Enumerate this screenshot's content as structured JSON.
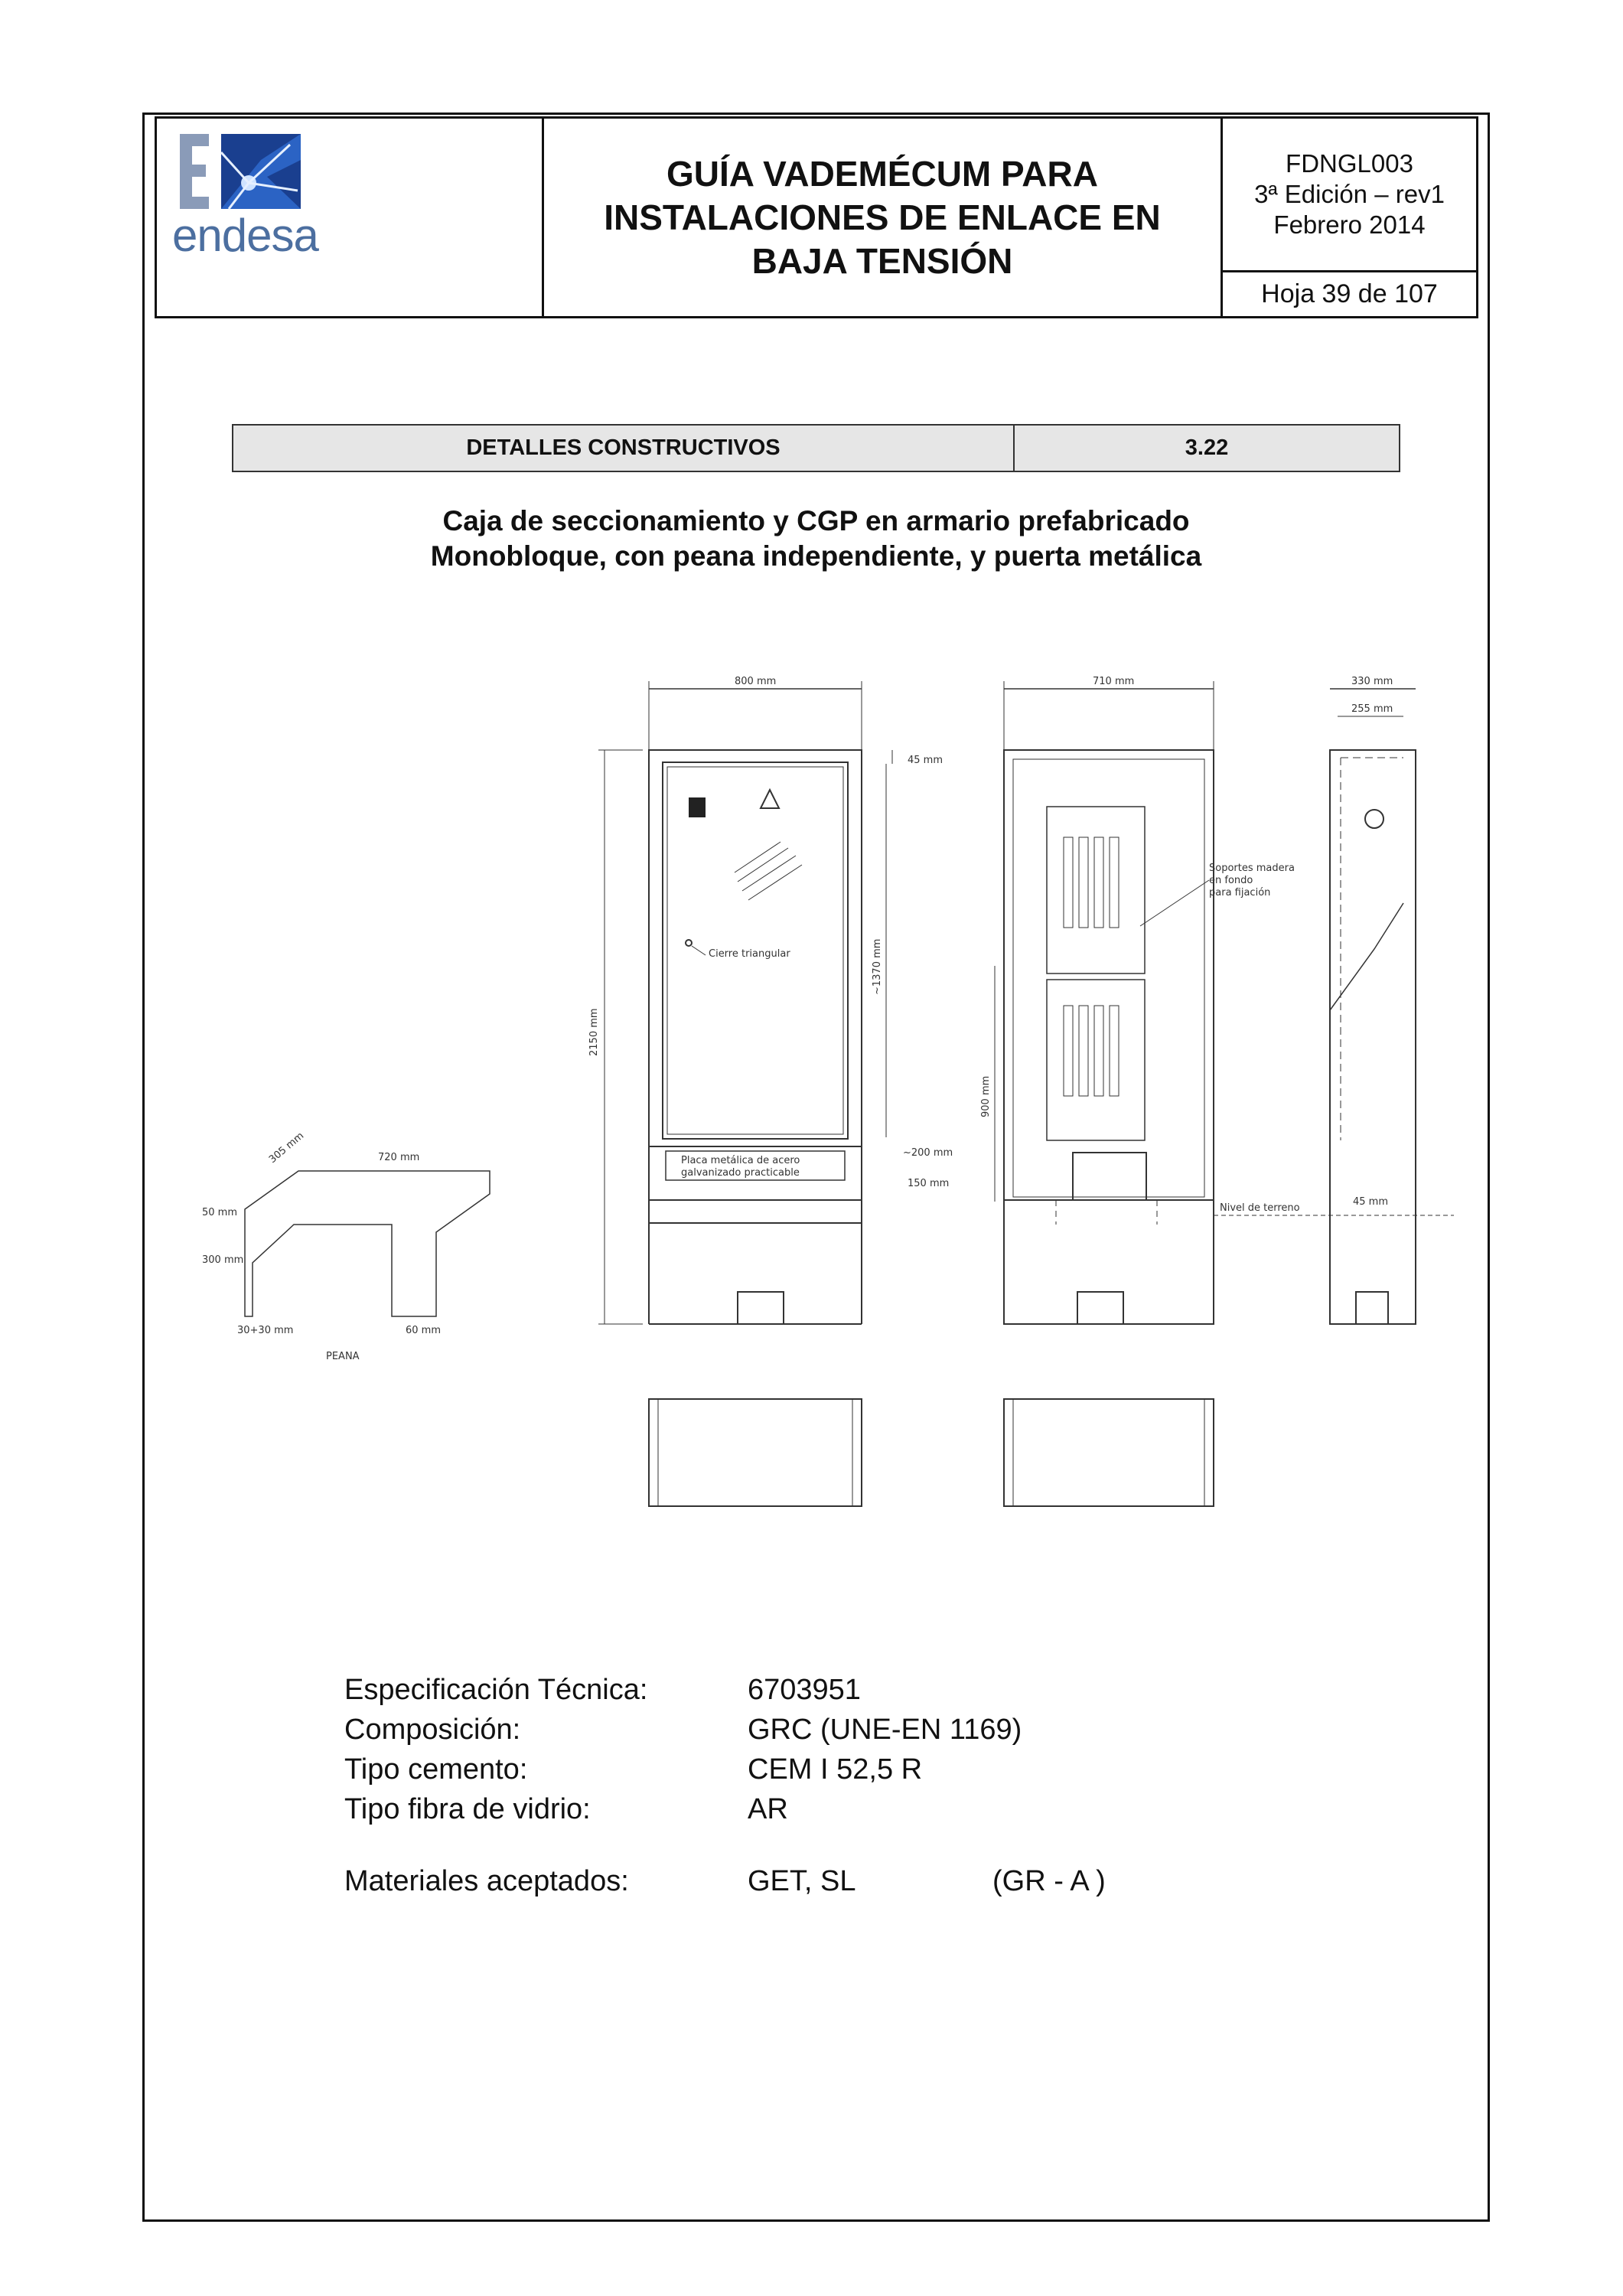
{
  "header": {
    "logo_text": "endesa",
    "title_line1": "GUÍA VADEMÉCUM PARA",
    "title_line2": "INSTALACIONES DE ENLACE EN",
    "title_line3": "BAJA TENSIÓN",
    "code": "FDNGL003",
    "edition": "3ª Edición – rev1",
    "date": "Febrero 2014",
    "page": "Hoja 39 de 107"
  },
  "section": {
    "label": "DETALLES CONSTRUCTIVOS",
    "number": "3.22"
  },
  "subtitle": {
    "line1": "Caja de seccionamiento y CGP en armario prefabricado",
    "line2": "Monobloque, con peana independiente, y puerta metálica"
  },
  "drawing": {
    "dim_front_width": "800 mm",
    "dim_side_width": "710 mm",
    "dim_profile_width": "330 mm",
    "dim_profile_inner": "255 mm",
    "dim_top_gap": "45 mm",
    "dim_height": "2150 mm",
    "dim_door_height": "~1370 mm",
    "dim_plate": "~200 mm",
    "dim_base": "150 mm",
    "dim_900": "900 mm",
    "dim_45_right": "45 mm",
    "label_lock": "Cierre triangular",
    "label_plate_line1": "Placa metálica de acero",
    "label_plate_line2": "galvanizado practicable",
    "label_supports_line1": "Soportes madera",
    "label_supports_line2": "en fondo",
    "label_supports_line3": "para fijación",
    "label_ground": "Nivel de terreno",
    "peana_720": "720 mm",
    "peana_305": "305 mm",
    "peana_50": "50 mm",
    "peana_300": "300 mm",
    "peana_3030": "30+30 mm",
    "peana_60": "60 mm",
    "peana_label": "PEANA"
  },
  "spec": {
    "rows": [
      {
        "key": "Especificación Técnica:",
        "value": "6703951"
      },
      {
        "key": "Composición:",
        "value": "GRC (UNE-EN 1169)"
      },
      {
        "key": "Tipo cemento:",
        "value": "CEM I 52,5 R"
      },
      {
        "key": "Tipo fibra de vidrio:",
        "value": "AR"
      }
    ],
    "materials_key": "Materiales aceptados:",
    "materials_value": "GET, SL",
    "materials_extra": "(GR - A )"
  }
}
